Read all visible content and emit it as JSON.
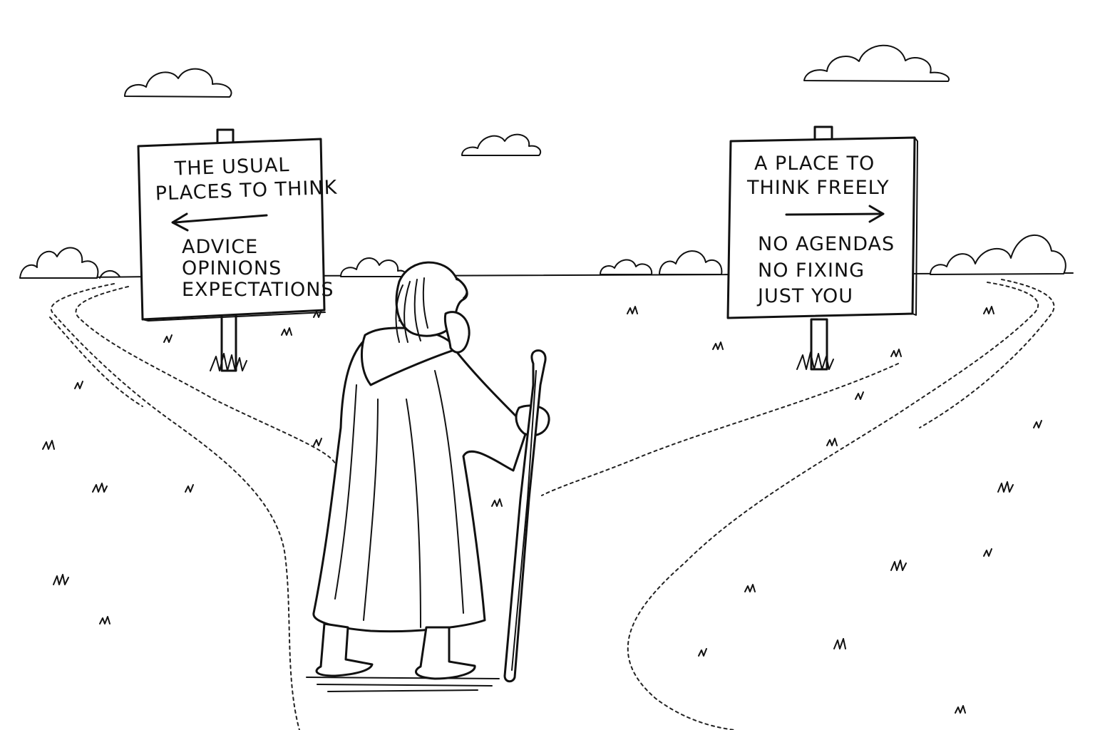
{
  "left_sign": {
    "title_line1": "THE USUAL",
    "title_line2": "PLACES TO THINK",
    "arrow": "left-arrow",
    "items": [
      "ADVICE",
      "OPINIONS",
      "EXPECTATIONS"
    ]
  },
  "right_sign": {
    "title_line1": "A PLACE TO",
    "title_line2": "THINK FREELY",
    "arrow": "right-arrow",
    "items": [
      "NO AGENDAS",
      "NO FIXING",
      "JUST YOU"
    ]
  },
  "colors": {
    "ink": "#111111",
    "background": "#ffffff"
  }
}
